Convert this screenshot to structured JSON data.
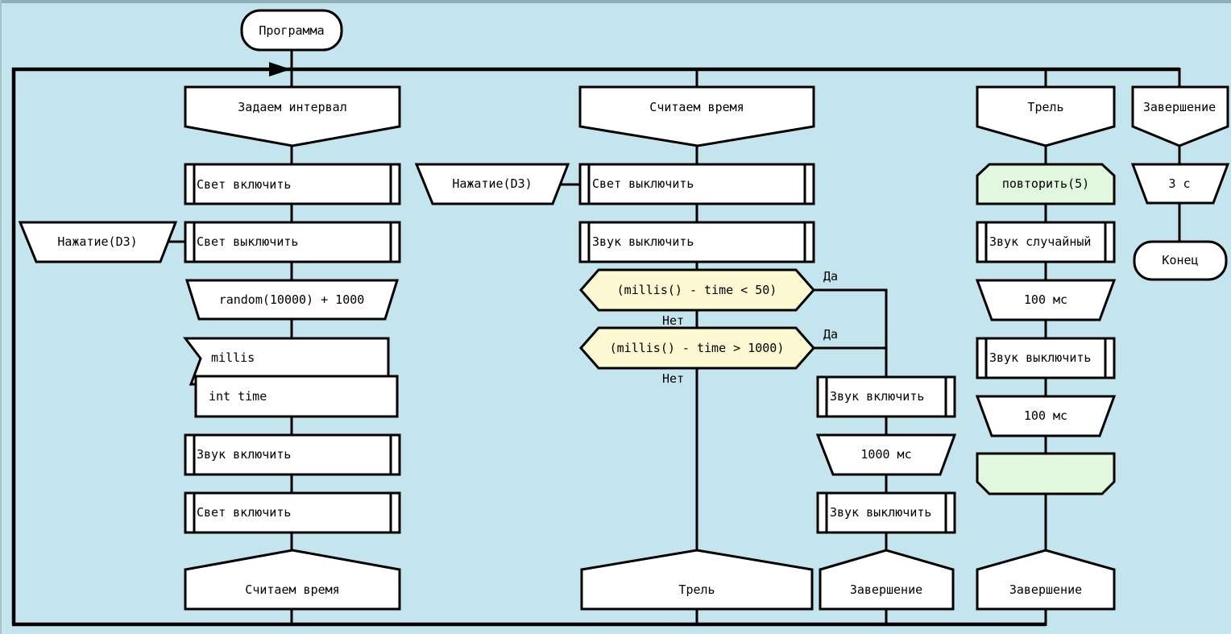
{
  "colors": {
    "background": "#c4e5ee",
    "top_border": "#8fafba",
    "left_border": "#a6c3cc",
    "block_fill": "#ffffff",
    "decision_fill": "#fbf8d2",
    "loop_fill": "#e1f7de",
    "line": "#000000"
  },
  "program": {
    "start_label": "Программа",
    "end_label": "Конец"
  },
  "branch_labels": {
    "yes": "Да",
    "no": "Нет"
  },
  "col_interval": {
    "header": "Задаем интервал",
    "light_on": "Свет включить",
    "event": "Нажатие(D3)",
    "light_off": "Свет выключить",
    "random": "random(10000) + 1000",
    "millis": "millis",
    "int_time": "int time",
    "sound_on": "Звук включить",
    "light_on2": "Свет включить",
    "goto": "Считаем время"
  },
  "col_count_time": {
    "header": "Считаем время",
    "event": "Нажатие(D3)",
    "light_off": "Свет выключить",
    "sound_off": "Звук выключить",
    "cond_lt50": "(millis() - time < 50)",
    "cond_gt1000": "(millis() - time > 1000)",
    "sound_on": "Звук включить",
    "delay_1000": "1000 мс",
    "sound_off2": "Звук выключить",
    "goto_main": "Трель",
    "goto_branch": "Завершение"
  },
  "col_trill": {
    "header": "Трель",
    "repeat": "повторить(5)",
    "sound_random": "Звук случайный",
    "delay_100a": "100 мс",
    "sound_off": "Звук выключить",
    "delay_100b": "100 мс",
    "loop_end": "",
    "goto": "Завершение"
  },
  "col_finish": {
    "header": "Завершение",
    "delay_3s": "3 с"
  }
}
